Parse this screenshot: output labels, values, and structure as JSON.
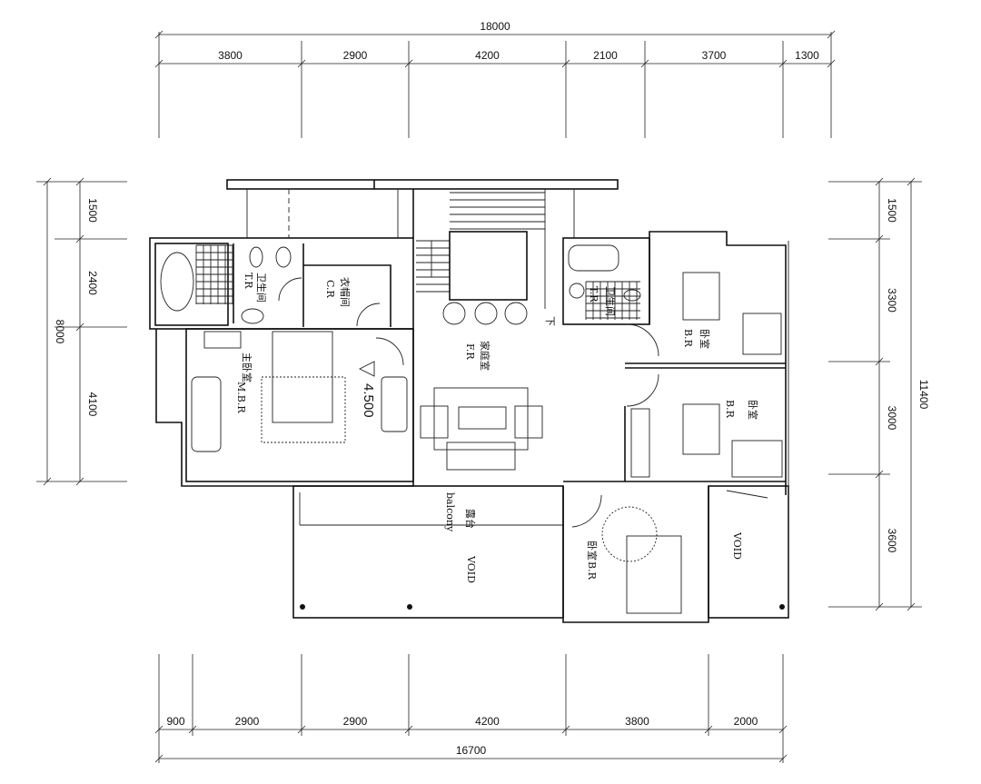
{
  "title": "Floor plan",
  "dimensions": {
    "top_total": "18000",
    "top": [
      "3800",
      "2900",
      "4200",
      "2100",
      "3700",
      "1300"
    ],
    "left_total": "8000",
    "left": [
      "1500",
      "2400",
      "4100"
    ],
    "right_total": "11400",
    "right": [
      "1500",
      "3300",
      "3000",
      "3600"
    ],
    "bottom_total": "16700",
    "bottom": [
      "900",
      "2900",
      "2900",
      "4200",
      "3800",
      "2000"
    ]
  },
  "rooms": {
    "toilet_left": {
      "cn": "卫生间",
      "en": "T.R"
    },
    "cloakroom": {
      "cn": "衣帽间",
      "en": "C.R"
    },
    "master_bedroom": {
      "cn": "主卧室",
      "en": "M.B.R"
    },
    "level": "4.500",
    "family_room": {
      "cn": "家庭室",
      "en": "F.R"
    },
    "stair_down": "下",
    "toilet_right": {
      "cn": "卫生间",
      "en": "T.R"
    },
    "bedroom_ne": {
      "cn": "卧室",
      "en": "B.R"
    },
    "bedroom_e": {
      "cn": "卧室",
      "en": "B.R"
    },
    "bedroom_s": {
      "cn": "卧室",
      "en": "B.R"
    },
    "balcony": {
      "cn": "露台",
      "en": "balcony"
    },
    "void_left": "VOID",
    "void_right": "VOID"
  }
}
